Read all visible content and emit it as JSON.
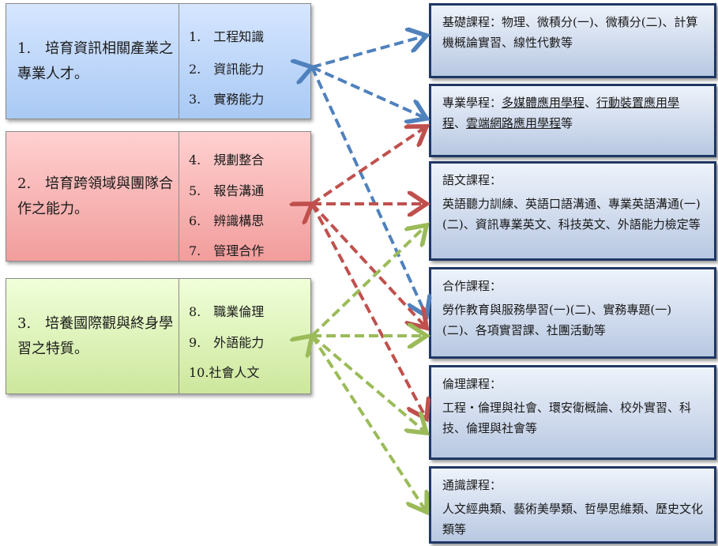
{
  "goals": [
    {
      "title": "1.　培育資訊相關產業之專業人才。",
      "abilities": [
        "1.　工程知識",
        "2.　資訊能力",
        "3.　實務能力"
      ],
      "color": "#a9c9f4"
    },
    {
      "title": "2.　培育跨領域與團隊合作之能力。",
      "abilities": [
        "4.　規劃整合",
        "5.　報告溝通",
        "6.　辨識構思",
        "7.　管理合作"
      ],
      "color": "#f19d9c"
    },
    {
      "title": "3.　培養國際觀與終身學習之特質。",
      "abilities": [
        "8.　職業倫理",
        "9.　外語能力",
        "10.社會人文"
      ],
      "color": "#cde79d"
    }
  ],
  "courses": [
    {
      "head": "基礎課程：物理、微積分(一)、微積分(二)、計算機概論實習、線性代數等",
      "body": ""
    },
    {
      "head": "專業學程：",
      "underlined": [
        "多媒體應用學程",
        "行動裝置應用學程",
        "雲端網路應用學程"
      ],
      "tail": "等"
    },
    {
      "head": "語文課程：",
      "body": "英語聽力訓練、英語口語溝通、專業英語溝通(一)(二)、資訊專業英文、科技英文、外語能力檢定等"
    },
    {
      "head": "合作課程：",
      "body": "勞作教育與服務學習(一)(二)、實務專題(一)(二)、各項實習課、社團活動等"
    },
    {
      "head": "倫理課程：",
      "body": "工程‧倫理與社會、環安衛概論、校外實習、科技、倫理與社會等"
    },
    {
      "head": "通識課程：",
      "body": "人文經典類、藝術美學類、哲學思維類、歷史文化類等"
    }
  ],
  "arrow_colors": {
    "blue": "#4f81bd",
    "red": "#c0504d",
    "green": "#9bbb59"
  }
}
